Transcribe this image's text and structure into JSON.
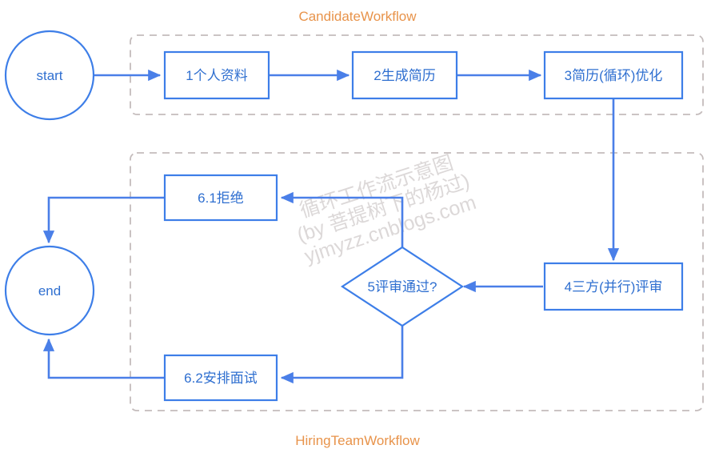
{
  "diagram": {
    "title_top": "CandidateWorkflow",
    "title_bottom": "HiringTeamWorkflow",
    "accent_group_color": "#e8934a",
    "node_color": "#3d7ee8",
    "edge_color": "#4a7fe8",
    "group_border_color": "#c4bcbc",
    "background": "#ffffff",
    "terminals": [
      {
        "id": "start",
        "label": "start"
      },
      {
        "id": "end",
        "label": "end"
      }
    ],
    "nodes": [
      {
        "id": "n1",
        "label": "1个人资料",
        "shape": "rect",
        "group": "CandidateWorkflow"
      },
      {
        "id": "n2",
        "label": "2生成简历",
        "shape": "rect",
        "group": "CandidateWorkflow"
      },
      {
        "id": "n3",
        "label": "3简历(循环)优化",
        "shape": "rect",
        "group": "CandidateWorkflow"
      },
      {
        "id": "n4",
        "label": "4三方(并行)评审",
        "shape": "rect",
        "group": "HiringTeamWorkflow"
      },
      {
        "id": "n5",
        "label": "5评审通过?",
        "shape": "diamond",
        "group": "HiringTeamWorkflow"
      },
      {
        "id": "n61",
        "label": "6.1拒绝",
        "shape": "rect",
        "group": "HiringTeamWorkflow"
      },
      {
        "id": "n62",
        "label": "6.2安排面试",
        "shape": "rect",
        "group": "HiringTeamWorkflow"
      }
    ],
    "edges": [
      {
        "from": "start",
        "to": "n1"
      },
      {
        "from": "n1",
        "to": "n2"
      },
      {
        "from": "n2",
        "to": "n3"
      },
      {
        "from": "n3",
        "to": "n4"
      },
      {
        "from": "n4",
        "to": "n5"
      },
      {
        "from": "n5",
        "to": "n61"
      },
      {
        "from": "n5",
        "to": "n62"
      },
      {
        "from": "n61",
        "to": "end"
      },
      {
        "from": "n62",
        "to": "end"
      }
    ],
    "watermark": {
      "line1": "循环工作流示意图",
      "line2": "(by 菩提树下的杨过)",
      "line3": "yjmyzz.cnblogs.com"
    }
  }
}
